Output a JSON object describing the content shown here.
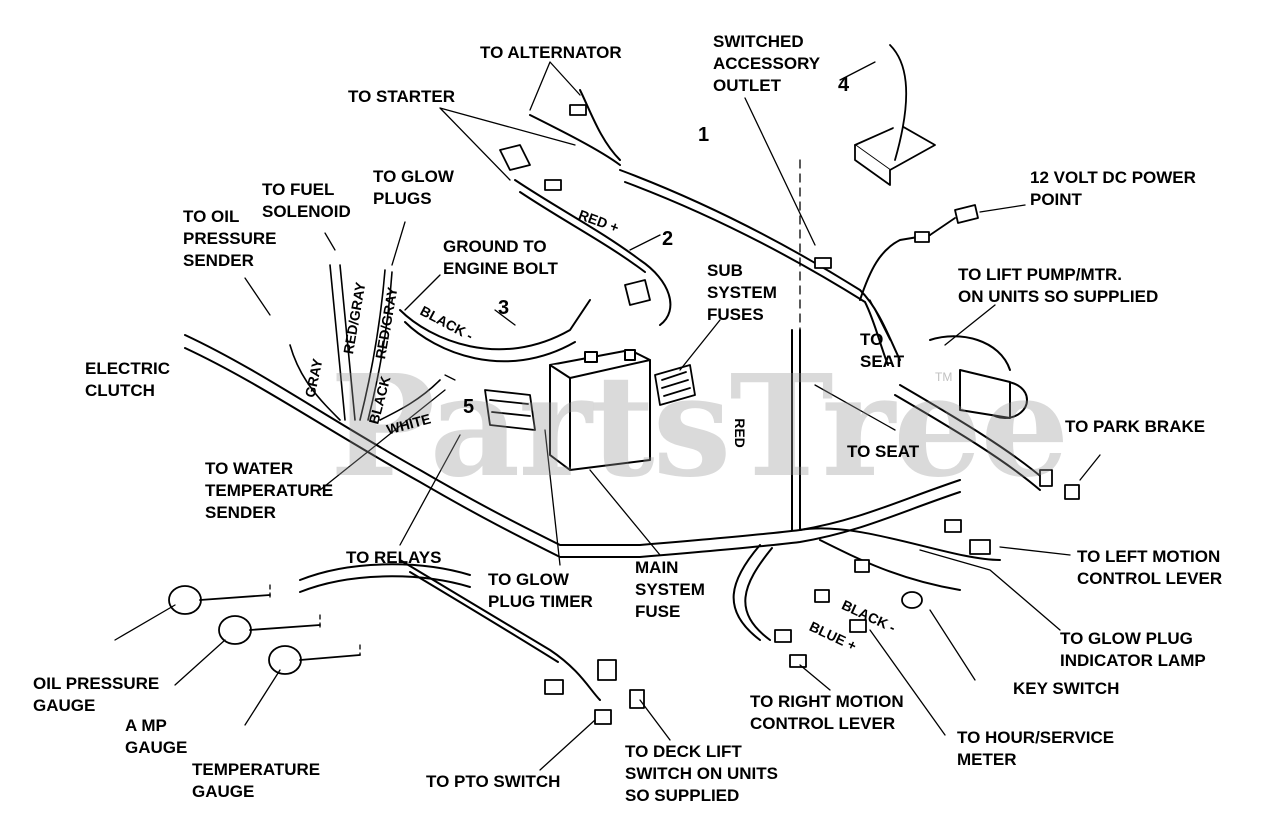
{
  "watermark": {
    "text": "PartsTree",
    "tm": "TM"
  },
  "callouts": {
    "n1": "1",
    "n2": "2",
    "n3": "3",
    "n4": "4",
    "n5": "5"
  },
  "labels": {
    "to_alternator": "TO ALTERNATOR",
    "switched_outlet": "SWITCHED\nACCESSORY\nOUTLET",
    "to_starter": "TO STARTER",
    "to_fuel_solenoid": "TO FUEL\nSOLENOID",
    "to_glow_plugs": "TO GLOW\nPLUGS",
    "to_oil_pressure_sender": "TO OIL\nPRESSURE\nSENDER",
    "ground_to_engine_bolt": "GROUND TO\nENGINE BOLT",
    "power_point": "12 VOLT DC POWER\nPOINT",
    "sub_system_fuses": "SUB\nSYSTEM\nFUSES",
    "to_lift_pump": "TO LIFT PUMP/MTR.\nON UNITS SO SUPPLIED",
    "electric_clutch": "ELECTRIC\nCLUTCH",
    "to_seat_1": "TO\nSEAT",
    "to_seat_2": "TO SEAT",
    "to_park_brake": "TO PARK BRAKE",
    "to_water_temp": "TO WATER\nTEMPERATURE\nSENDER",
    "to_relays": "TO RELAYS",
    "to_glow_plug_timer": "TO GLOW\nPLUG TIMER",
    "main_system_fuse": "MAIN\nSYSTEM\nFUSE",
    "to_left_motion": "TO LEFT MOTION\nCONTROL LEVER",
    "to_glow_plug_lamp": "TO GLOW PLUG\nINDICATOR LAMP",
    "oil_pressure_gauge": "OIL PRESSURE\nGAUGE",
    "amp_gauge": "A MP\nGAUGE",
    "temperature_gauge": "TEMPERATURE\nGAUGE",
    "key_switch": "KEY SWITCH",
    "to_right_motion": "TO RIGHT MOTION\nCONTROL LEVER",
    "to_hour_meter": "TO HOUR/SERVICE\nMETER",
    "to_pto_switch": "TO PTO SWITCH",
    "to_deck_lift": "TO DECK LIFT\nSWITCH ON UNITS\nSO SUPPLIED"
  },
  "wire_colors": {
    "red_plus": "RED +",
    "black_minus": "BLACK -",
    "red_gray_1": "RED/GRAY",
    "red_gray_2": "RED/GRAY",
    "gray": "GRAY",
    "black": "BLACK",
    "white": "WHITE",
    "red": "RED",
    "black_minus_2": "BLACK -",
    "blue_plus": "BLUE +"
  }
}
